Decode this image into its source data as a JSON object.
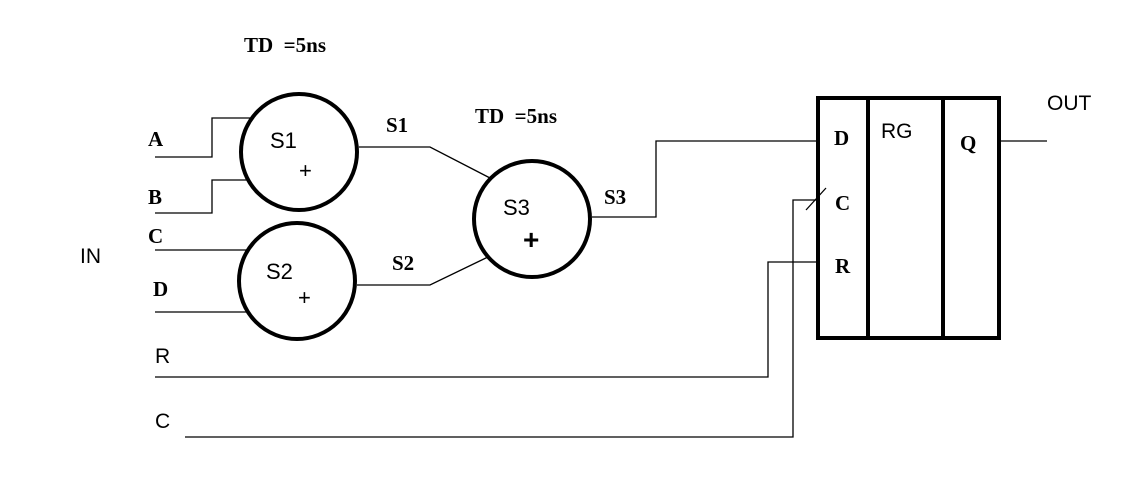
{
  "delays": {
    "adders_top": "TD  =5ns",
    "adder_s3": "TD  =5ns"
  },
  "inputs": {
    "group_label": "IN",
    "a": "A",
    "b": "B",
    "c": "C",
    "d": "D",
    "r": "R",
    "clk": "C"
  },
  "adders": {
    "s1": {
      "name": "S1",
      "op": "+"
    },
    "s2": {
      "name": "S2",
      "op": "+"
    },
    "s3": {
      "name": "S3",
      "op": "+"
    }
  },
  "signals": {
    "s1": "S1",
    "s2": "S2",
    "s3": "S3"
  },
  "register": {
    "title": "RG",
    "pin_d": "D",
    "pin_c": "C",
    "pin_r": "R",
    "pin_q": "Q"
  },
  "output_label": "OUT"
}
